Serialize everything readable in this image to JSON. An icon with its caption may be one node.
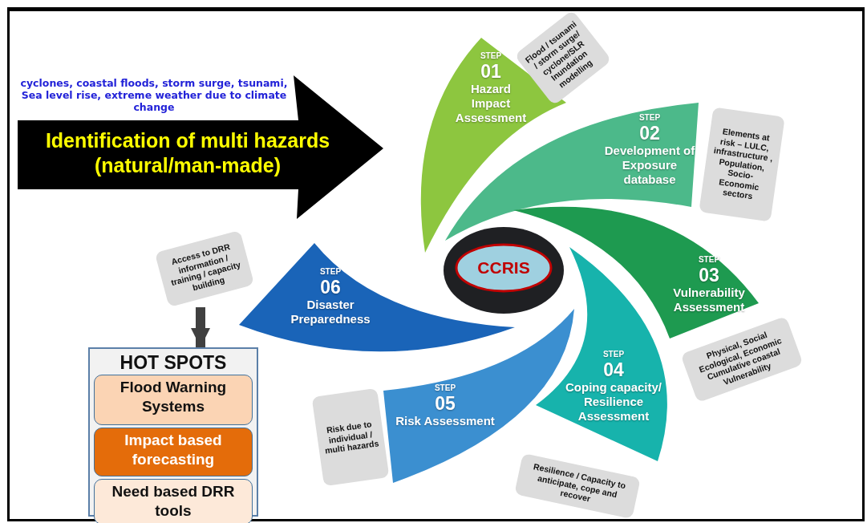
{
  "diagram": {
    "nodes": [
      {
        "text": [
          "cyclones, coastal floods, storm surge, tsunami, Sea level rise, extreme weather due to climate change",
          "Identification of multi hazards (natural/man-made)"
        ]
      },
      {
        "text": [
          "CCRIS"
        ]
      },
      {
        "text": [
          "STEP",
          "01",
          "Hazard Impact Assessment"
        ]
      },
      {
        "text": [
          "STEP",
          "02",
          "Development of Exposure database"
        ]
      },
      {
        "text": [
          "STEP",
          "03",
          "Vulnerability Assessment"
        ]
      },
      {
        "text": [
          "STEP",
          "04",
          "Coping capacity/ Resilience Assessment"
        ]
      },
      {
        "text": [
          "STEP",
          "05",
          "Risk Assessment"
        ]
      },
      {
        "text": [
          "STEP",
          "06",
          "Disaster Preparedness"
        ]
      },
      {
        "text": [
          "Flood / tsunami / storm surge/ cyclone/SLR Inundation modelling"
        ]
      },
      {
        "text": [
          "Elements at risk – LULC, infrastructure , Population, Socio-Economic sectors"
        ]
      },
      {
        "text": [
          "Physical, Social Ecological, Economic Cumulative coastal Vulnerability"
        ]
      },
      {
        "text": [
          "Resilience / Capacity to anticipate, cope and recover"
        ]
      },
      {
        "text": [
          "Risk due to individual / multi hazards"
        ]
      },
      {
        "text": [
          "Access to DRR information / training / capacity building"
        ]
      },
      {
        "text": [
          "HOT SPOTS"
        ]
      },
      {
        "text": [
          "Flood Warning Systems"
        ],
        "in": 14
      },
      {
        "text": [
          "Impact based forecasting"
        ],
        "in": 14
      },
      {
        "text": [
          "Need based DRR tools"
        ],
        "in": 14
      }
    ],
    "edges": [
      {
        "from": 13,
        "to": 14,
        "arrow": "to"
      }
    ]
  }
}
